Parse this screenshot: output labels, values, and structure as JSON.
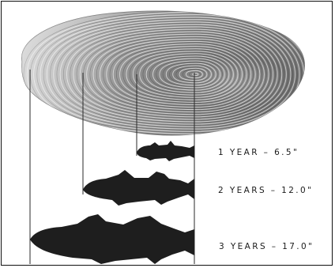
{
  "growth_labels": [
    {
      "age": "1 YEAR",
      "length": "6.5\"",
      "text": "1 YEAR – 6.5\""
    },
    {
      "age": "2 YEARS",
      "length": "12.0\"",
      "text": "2 YEARS – 12.0\""
    },
    {
      "age": "3 YEARS",
      "length": "17.0\"",
      "text": "3 YEARS – 17.0\""
    }
  ],
  "colors": {
    "scale_dark": "#3d3d3d",
    "scale_light": "#bdbdbd",
    "fish_silhouette": "#1e1e1e",
    "guide_line": "#2a2a2a",
    "label_text": "#1b1b1b"
  }
}
